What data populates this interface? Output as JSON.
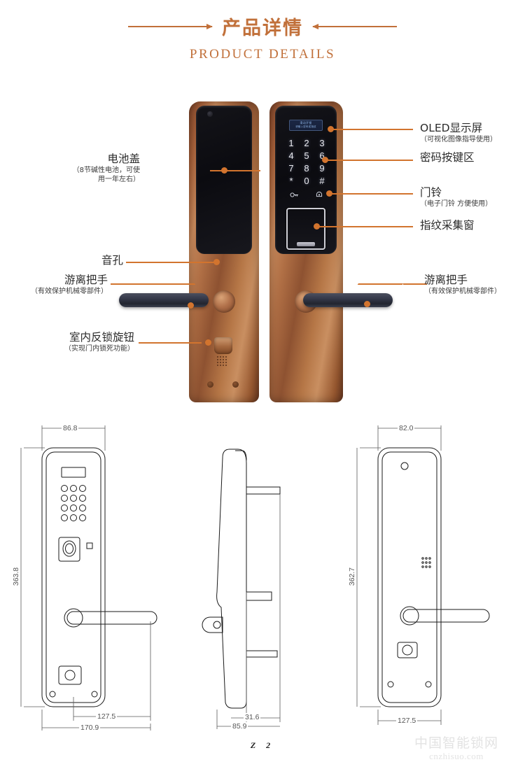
{
  "header": {
    "title_cn": "产品详情",
    "title_en": "PRODUCT  DETAILS"
  },
  "annotations": {
    "battery_cover": {
      "title": "电池盖",
      "sub_line1": "（8节碱性电池，可使",
      "sub_line2": "用一年左右）"
    },
    "sound_hole": {
      "title": "音孔"
    },
    "free_handle_left": {
      "title": "游离把手",
      "sub": "（有效保护机械零部件）"
    },
    "indoor_knob": {
      "title": "室内反锁旋钮",
      "sub": "（实现门内锁死功能）"
    },
    "oled_display": {
      "title": "OLED显示屏",
      "sub": "（可视化图像指导使用）"
    },
    "keypad_area": {
      "title": "密码按键区"
    },
    "doorbell": {
      "title": "门铃",
      "sub": "（电子门铃 方便使用）"
    },
    "fingerprint_window": {
      "title": "指纹采集窗"
    },
    "free_handle_right": {
      "title": "游离把手",
      "sub": "（有效保护机械零部件）"
    }
  },
  "lock_panel": {
    "oled_text_line1": "滑动开锁",
    "oled_text_line2": "请输入密码或指纹",
    "keys": [
      "1",
      "2",
      "3",
      "4",
      "5",
      "6",
      "7",
      "8",
      "9",
      "*",
      "0",
      "#"
    ],
    "function_icons": [
      "key-card-icon",
      "doorbell-icon"
    ],
    "fingerprint_icon": "fingerprint-sensor-icon"
  },
  "drawings": {
    "front_view": {
      "width_top": "86.8",
      "height_left": "363.8",
      "width_inner_bottom": "127.5",
      "width_outer_bottom": "170.9"
    },
    "side_view": {
      "depth_inner": "31.6",
      "depth_outer": "85.9"
    },
    "back_view": {
      "width_top": "82.0",
      "height_left": "362.7",
      "width_bottom": "127.5"
    }
  },
  "footer": {
    "page_marker": "Z  2",
    "watermark_cn": "中国智能锁网",
    "watermark_url": "cnzhisuo.com"
  },
  "colors": {
    "accent": "#C1703A",
    "leader": "#D2742E",
    "text": "#2b2b2b",
    "dim_text": "#555555"
  }
}
